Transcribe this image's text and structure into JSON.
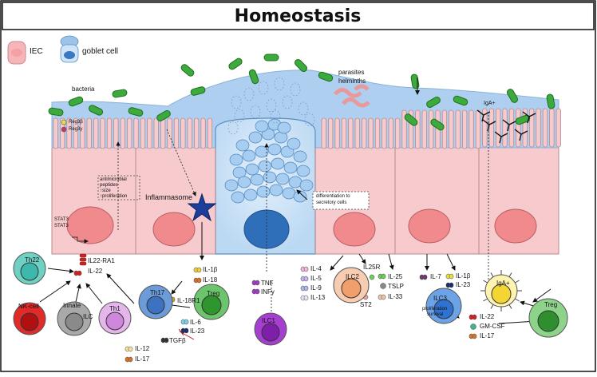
{
  "title": "Homeostasis",
  "legend": {
    "iec": "IEC",
    "goblet": "goblet cell"
  },
  "labels": {
    "bacteria": "bacteria",
    "parasites": "parasites",
    "helminths": "helminths",
    "iga_top": "IgA+",
    "reg3b": "Reg3β",
    "reg3y": "Reg3γ",
    "amp1": "antimicrobial",
    "amp2": "peptides",
    "amp3": "↑size",
    "amp4": "↑proliferation",
    "stat3a": "STAT3",
    "stat3b": "STAT3",
    "inflammasome": "Inflammasome",
    "diff1": "differentiation to",
    "diff2": "secretory cells"
  },
  "cells": {
    "th22": "Th22",
    "nk": "NK-cell",
    "innate1": "Innate",
    "innate2": "ILC",
    "th1": "Th1",
    "th17": "Th17",
    "treg_left": "Treg",
    "ilc1": "ILC1",
    "ilc2": "ILC2",
    "ilc3": "ILC3",
    "iga": "IgA+",
    "treg_right": "Treg"
  },
  "cytokines": {
    "il22ra1": "IL22-RA1",
    "il22_left": "IL-22",
    "il1b_left": "IL-1β",
    "il18": "IL-18",
    "il18r1": "IL-18R1",
    "il6": "IL-6",
    "il23_left": "IL-23",
    "tgfb": "TGFβ",
    "il12": "IL-12",
    "il17_left": "IL-17",
    "tnf": "TNF",
    "infy": "INFγ",
    "il4": "IL-4",
    "il5": "IL-5",
    "il9": "IL-9",
    "il13": "IL-13",
    "il25r": "IL25R",
    "il25": "IL-25",
    "tslp": "TSLP",
    "il33": "IL-33",
    "st2": "ST2",
    "il7": "IL-7",
    "il1b_right": "IL-1β",
    "il23_right": "IL-23",
    "prolif1": "proliferation",
    "prolif2": "survival",
    "il22_right": "IL-22",
    "gmcsf": "GM-CSF",
    "il17_right": "IL-17"
  }
}
